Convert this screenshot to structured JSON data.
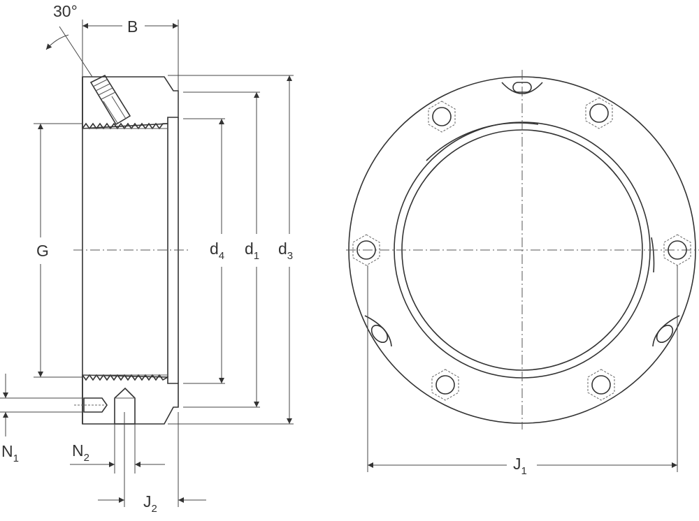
{
  "labels": {
    "angle": "30°",
    "B": "B",
    "G": "G",
    "d4": {
      "main": "d",
      "sub": "4"
    },
    "d1": {
      "main": "d",
      "sub": "1"
    },
    "d3": {
      "main": "d",
      "sub": "3"
    },
    "N1": {
      "main": "N",
      "sub": "1"
    },
    "N2": {
      "main": "N",
      "sub": "2"
    },
    "J2": {
      "main": "J",
      "sub": "2"
    },
    "J1": {
      "main": "J",
      "sub": "1"
    }
  },
  "colors": {
    "section_fill": "#b3c6ea",
    "line": "#333333",
    "text": "#333333"
  }
}
